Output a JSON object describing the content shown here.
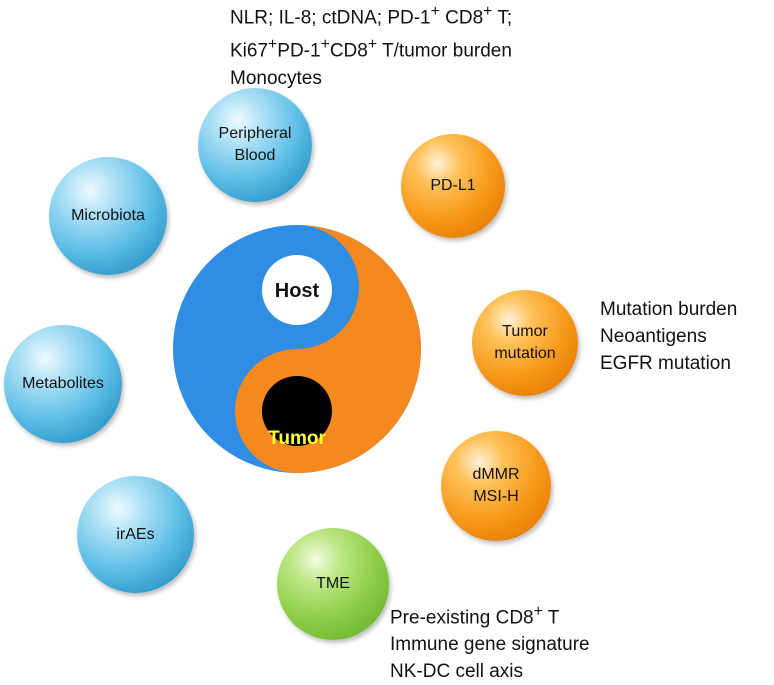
{
  "center": {
    "host_label": "Host",
    "tumor_label": "Tumor",
    "colors": {
      "host": "#2f8de4",
      "tumor": "#f5891f",
      "tumor_text": "#ffff33"
    }
  },
  "host_factors": [
    {
      "label_lines": [
        "Peripheral",
        "Blood"
      ]
    },
    {
      "label_lines": [
        "Microbiota"
      ]
    },
    {
      "label_lines": [
        "Metabolites"
      ]
    },
    {
      "label_lines": [
        "irAEs"
      ]
    }
  ],
  "tumor_factors": [
    {
      "label_lines": [
        "PD-L1"
      ]
    },
    {
      "label_lines": [
        "Tumor",
        "mutation"
      ]
    },
    {
      "label_lines": [
        "dMMR",
        "MSI-H"
      ]
    }
  ],
  "tme": {
    "label": "TME"
  },
  "annotations": {
    "peripheral_blood": {
      "line1": {
        "a": "NLR; IL-8; ctDNA; PD-1",
        "sup1": "+",
        "b": " CD8",
        "sup2": "+",
        "c": " T;"
      },
      "line2": {
        "a": "Ki67",
        "sup1": "+",
        "b": "PD-1",
        "sup2": "+",
        "c": "CD8",
        "sup3": "+",
        "d": " T/tumor burden"
      },
      "line3": "Monocytes"
    },
    "tumor_mutation": [
      "Mutation burden",
      "Neoantigens",
      "EGFR mutation"
    ],
    "tme": {
      "line1": {
        "a": "Pre-existing CD8",
        "sup": "+",
        "b": " T"
      },
      "line2": "Immune gene signature",
      "line3": "NK-DC cell axis"
    }
  }
}
